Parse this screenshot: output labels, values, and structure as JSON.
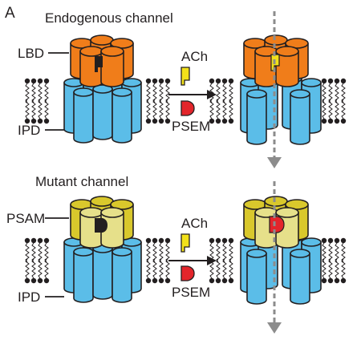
{
  "panel_letter": "A",
  "top": {
    "title": "Endogenous channel",
    "label_ligand": "LBD",
    "label_pore": "IPD"
  },
  "bottom": {
    "title": "Mutant channel",
    "label_ligand": "PSAM",
    "label_pore": "IPD"
  },
  "ligands": {
    "ach": "ACh",
    "psem": "PSEM"
  },
  "colors": {
    "pore": "#5bbde8",
    "lbd_orange": "#f07d1a",
    "lbd_orange_light": "#f49a33",
    "psam_yellow": "#d9c82c",
    "psam_yellow_light": "#e6e08a",
    "ach_yellow": "#f2e11a",
    "psem_red": "#e3252b",
    "flow_gray": "#8c8c8c"
  },
  "icons": [
    "membrane-lipid-icon",
    "ach-ligand-icon",
    "psem-ligand-icon",
    "ion-flow-arrow-icon"
  ]
}
